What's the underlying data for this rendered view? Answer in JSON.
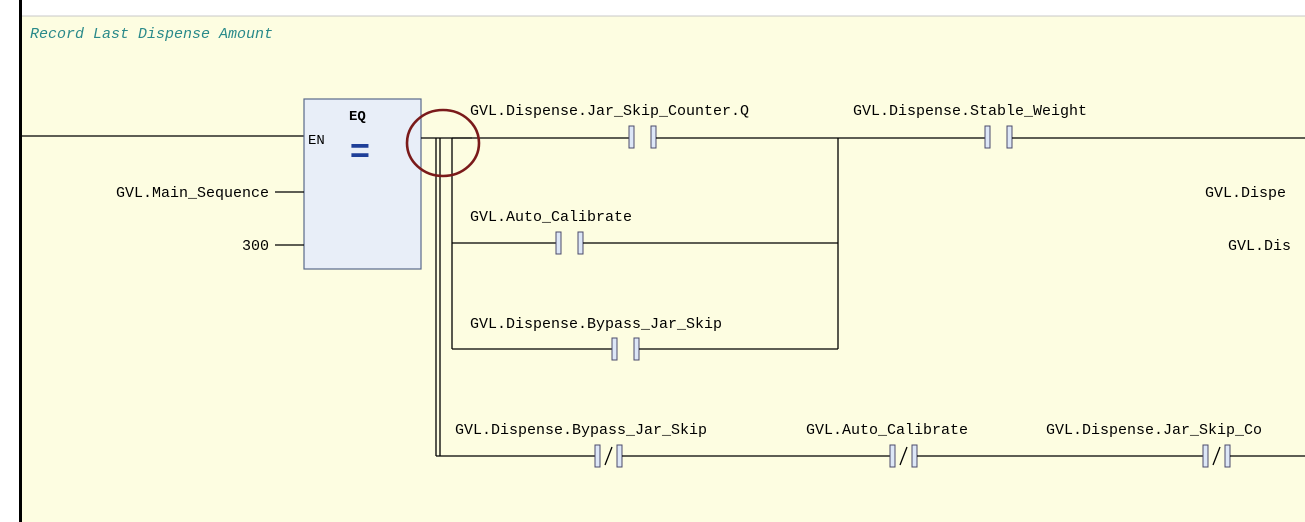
{
  "comment": "Record Last Dispense Amount",
  "colors": {
    "background": "#fdfde1",
    "block_fill": "#e8eef8",
    "comment_text": "#2a8a8a",
    "eq_symbol": "#1f3f99",
    "highlight_circle": "#7a1a1a"
  },
  "eq_block": {
    "name": "EQ",
    "symbol": "=",
    "en_pin": "EN",
    "input_1": "GVL.Main_Sequence",
    "input_2": "300"
  },
  "branch_1": {
    "contacts": [
      {
        "label": "GVL.Dispense.Jar_Skip_Counter.Q",
        "type": "no",
        "icon": "no-contact-icon"
      },
      {
        "label": "GVL.Dispense.Stable_Weight",
        "type": "no",
        "icon": "no-contact-icon"
      }
    ],
    "parallel": [
      {
        "label": "GVL.Auto_Calibrate",
        "type": "no",
        "icon": "no-contact-icon"
      },
      {
        "label": "GVL.Dispense.Bypass_Jar_Skip",
        "type": "no",
        "icon": "no-contact-icon"
      }
    ]
  },
  "branch_2": {
    "contacts": [
      {
        "label": "GVL.Dispense.Bypass_Jar_Skip",
        "type": "nc",
        "icon": "nc-contact-icon"
      },
      {
        "label": "GVL.Auto_Calibrate",
        "type": "nc",
        "icon": "nc-contact-icon"
      },
      {
        "label": "GVL.Dispense.Jar_Skip_Co",
        "type": "nc",
        "icon": "nc-contact-icon"
      }
    ]
  },
  "right_labels": [
    "GVL.Dispe",
    "GVL.Dis"
  ],
  "annotation": {
    "icon": "highlight-circle-icon"
  }
}
